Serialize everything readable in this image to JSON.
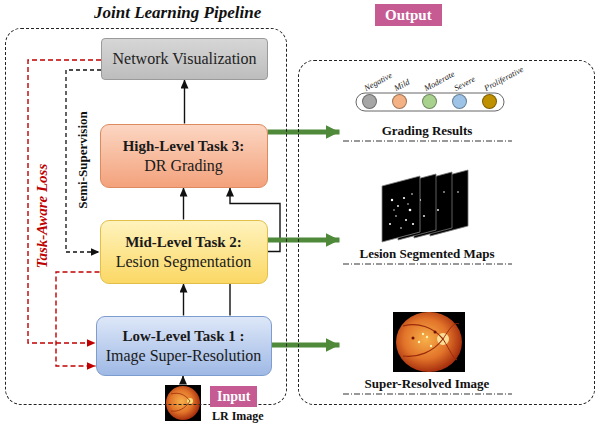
{
  "diagram": {
    "nodes": [
      {
        "text": [
          "Joint Learning Pipeline"
        ]
      },
      {
        "text": [
          "Network Visualization"
        ],
        "in": 0
      },
      {
        "text": [
          "High-Level Task 3:",
          "DR Grading"
        ],
        "in": 0
      },
      {
        "text": [
          "Mid-Level Task 2:",
          "Lesion Segmentation"
        ],
        "in": 0
      },
      {
        "text": [
          "Low-Level Task 1 :",
          "Image Super-Resolution"
        ],
        "in": 0
      },
      {
        "text": [
          "Input",
          "LR Image"
        ]
      },
      {
        "text": [
          "Output"
        ]
      },
      {
        "text": [
          "Grading Results"
        ],
        "in": 6
      },
      {
        "text": [
          "Lesion Segmented Maps"
        ],
        "in": 6
      },
      {
        "text": [
          "Super-Resolved Image"
        ],
        "in": 6
      }
    ],
    "edges": [
      {
        "from": 4,
        "to": 3,
        "arrow": "to"
      },
      {
        "from": 3,
        "to": 2,
        "arrow": "to"
      },
      {
        "from": 2,
        "to": 1,
        "arrow": "to"
      },
      {
        "from": 4,
        "to": 2,
        "arrow": "to"
      },
      {
        "from": 5,
        "to": 4,
        "arrow": "to"
      },
      {
        "from": 1,
        "to": 4,
        "arrow": "to"
      },
      {
        "from": 1,
        "to": 3,
        "arrow": "to"
      },
      {
        "from": 3,
        "to": 4,
        "arrow": "to"
      },
      {
        "from": 2,
        "to": 7,
        "arrow": "to"
      },
      {
        "from": 3,
        "to": 8,
        "arrow": "to"
      },
      {
        "from": 4,
        "to": 9,
        "arrow": "to"
      }
    ],
    "labels": [
      "Task-Aware Loss",
      "Semi-Supervision"
    ],
    "legend": [
      {
        "text": "Negative",
        "color": "#a6a6a6"
      },
      {
        "text": "Mild",
        "color": "#f4b183"
      },
      {
        "text": "Moderate",
        "color": "#a9d18e"
      },
      {
        "text": "Severe",
        "color": "#9dc3e6"
      },
      {
        "text": "Proliferative",
        "color": "#bf9000"
      }
    ]
  }
}
